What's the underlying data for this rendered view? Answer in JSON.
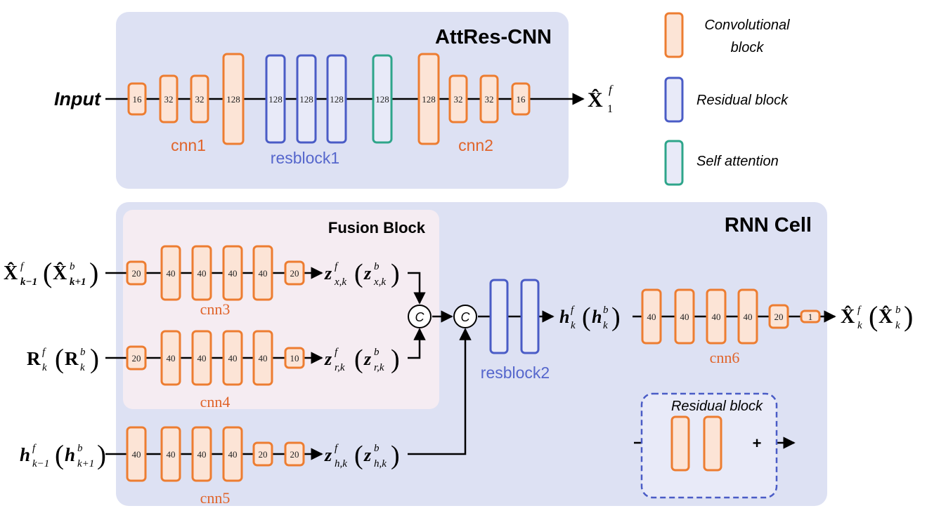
{
  "colors": {
    "conv_stroke": "#ED7D31",
    "conv_fill": "#FCE4D6",
    "res_stroke": "#4A5CC6",
    "res_fill": "#E8EAF8",
    "att_stroke": "#2EA58A",
    "att_fill": "#E8EAF8",
    "panel_bg": "#DDE1F3",
    "fusion_bg": "#F5ECF2",
    "cnn_label": "#E0642A",
    "res_label": "#5566CC"
  },
  "attres": {
    "title": "AttRes-CNN",
    "input_label": "Input",
    "output_label": {
      "base": "X̂",
      "sup": "f",
      "sub": "1"
    },
    "cnn1": {
      "label": "cnn1",
      "blocks": [
        "16",
        "32",
        "32",
        "128"
      ]
    },
    "resblock1": {
      "label": "resblock1",
      "blocks": [
        "128",
        "128",
        "128"
      ]
    },
    "attention": {
      "blocks": [
        "128"
      ]
    },
    "cnn2": {
      "label": "cnn2",
      "blocks": [
        "128",
        "32",
        "32",
        "16"
      ]
    }
  },
  "legend": {
    "conv": "Convolutional block",
    "residual": "Residual block",
    "attention": "Self attention"
  },
  "rnn": {
    "title": "RNN Cell",
    "fusion_title": "Fusion Block",
    "input_x": {
      "a_base": "X̂",
      "a_sup": "f",
      "a_sub": "k−1",
      "b_base": "X̂",
      "b_sup": "b",
      "b_sub": "k+1"
    },
    "input_r": {
      "a_base": "R",
      "a_sup": "f",
      "a_sub": "k",
      "b_base": "R",
      "b_sup": "b",
      "b_sub": "k"
    },
    "input_h": {
      "a_base": "h",
      "a_sup": "f",
      "a_sub": "k−1",
      "b_base": "h",
      "b_sup": "b",
      "b_sub": "k+1"
    },
    "cnn3": {
      "label": "cnn3",
      "blocks": [
        "20",
        "40",
        "40",
        "40",
        "40",
        "20"
      ]
    },
    "cnn4": {
      "label": "cnn4",
      "blocks": [
        "20",
        "40",
        "40",
        "40",
        "40",
        "10"
      ]
    },
    "cnn5": {
      "label": "cnn5",
      "blocks": [
        "40",
        "40",
        "40",
        "40",
        "20",
        "20"
      ]
    },
    "z_x": {
      "a_base": "z",
      "a_sup": "f",
      "a_sub": "x,k",
      "b_base": "z",
      "b_sup": "b",
      "b_sub": "x,k"
    },
    "z_r": {
      "a_base": "z",
      "a_sup": "f",
      "a_sub": "r,k",
      "b_base": "z",
      "b_sup": "b",
      "b_sub": "r,k"
    },
    "z_h": {
      "a_base": "z",
      "a_sup": "f",
      "a_sub": "h,k",
      "b_base": "z",
      "b_sup": "b",
      "b_sub": "h,k"
    },
    "concat_symbol": "C",
    "resblock2": {
      "label": "resblock2"
    },
    "h_k": {
      "a_base": "h",
      "a_sup": "f",
      "a_sub": "k",
      "b_base": "h",
      "b_sup": "b",
      "b_sub": "k"
    },
    "cnn6": {
      "label": "cnn6",
      "blocks": [
        "40",
        "40",
        "40",
        "40",
        "20",
        "1"
      ]
    },
    "output": {
      "a_base": "X̂",
      "a_sup": "f",
      "a_sub": "k",
      "b_base": "X̂",
      "b_sup": "b",
      "b_sub": "k"
    },
    "residual_inset": {
      "title": "Residual block",
      "plus": "+"
    }
  }
}
